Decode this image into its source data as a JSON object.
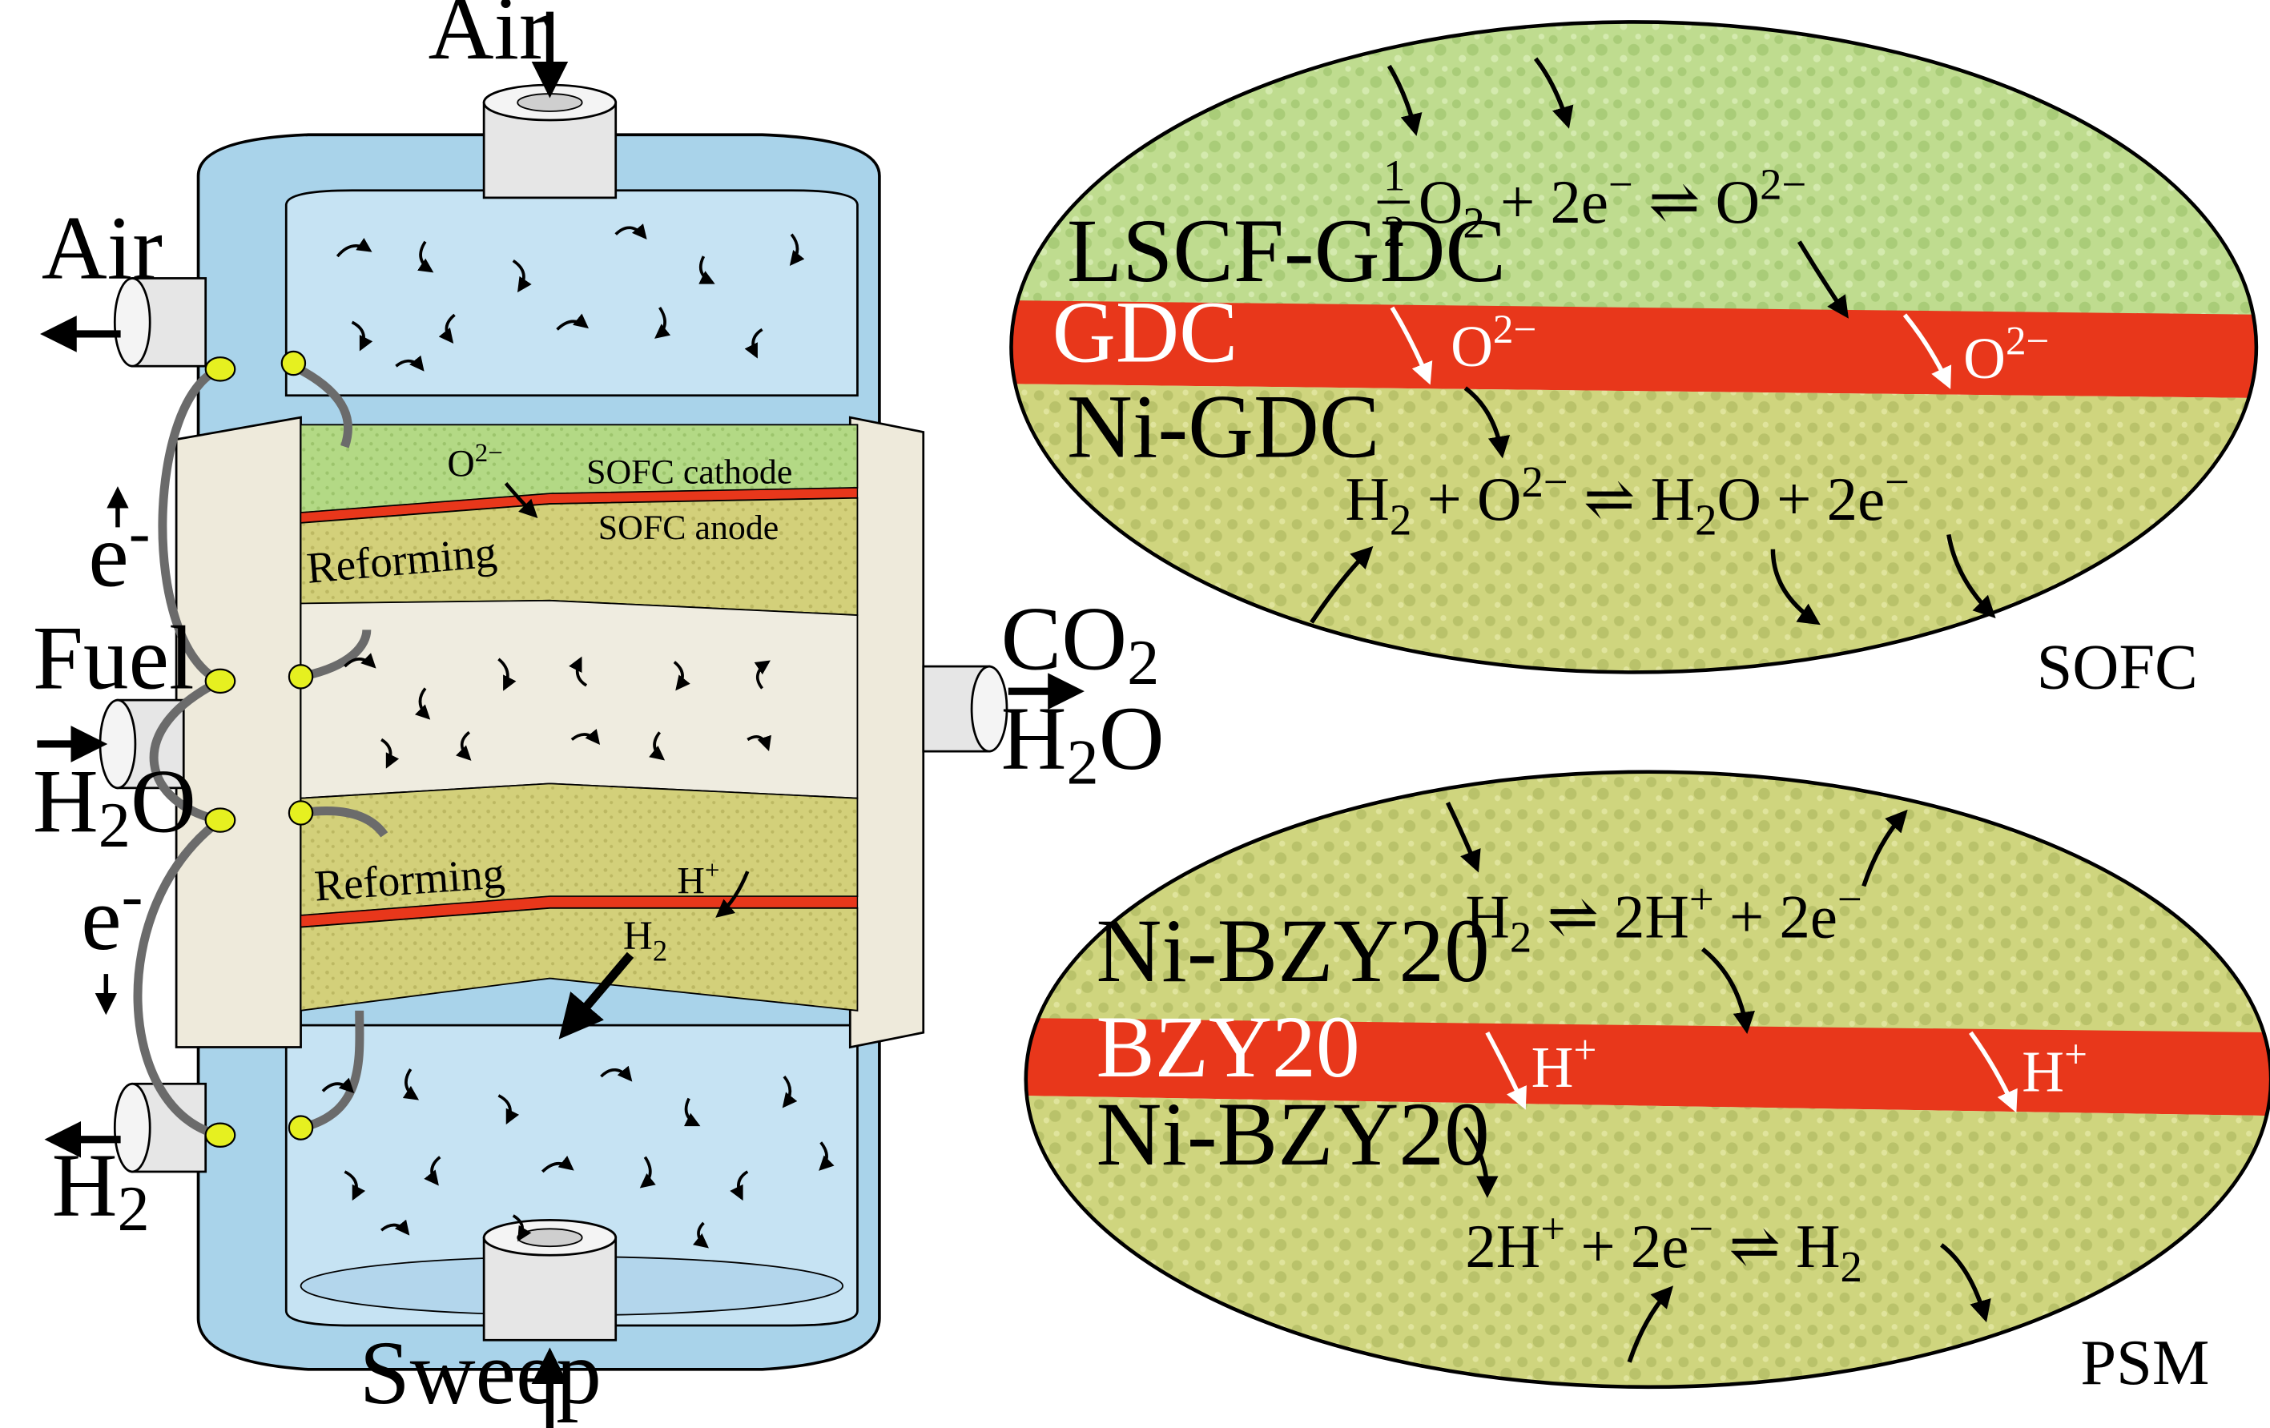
{
  "colors": {
    "shell_blue": "#a9d3ea",
    "shell_blue_dark": "#7fb4d6",
    "cathode_green": "#b3d985",
    "anode_tan": "#d3d07a",
    "electrolyte_red": "#e8371b",
    "tube_grey": "#e6e6e6",
    "terminal_yellow": "#e6f020",
    "ellipse_green": "#bfdc8f",
    "ellipse_tan": "#cfd57e"
  },
  "reactor": {
    "air_in": "Air",
    "air_out": "Air",
    "fuel": "Fuel",
    "fuel_h2o": "H",
    "fuel_h2o_sub": "2",
    "fuel_h2o_tail": "O",
    "co2": "CO",
    "co2_sub": "2",
    "out_h2o": "H",
    "out_h2o_sub": "2",
    "out_h2o_tail": "O",
    "h2_out": "H",
    "h2_out_sub": "2",
    "sweep": "Sweep",
    "electron_top": "e",
    "electron_bottom": "e",
    "electron_sup": "-",
    "o2_ion": "O",
    "o2_ion_sup": "2−",
    "sofc_cathode": "SOFC cathode",
    "sofc_anode": "SOFC anode",
    "reforming_top": "Reforming",
    "reforming_bottom": "Reforming",
    "h_plus": "H",
    "h_plus_sup": "+",
    "h2_label": "H",
    "h2_label_sub": "2"
  },
  "sofc_panel": {
    "title": "SOFC",
    "cathode_material": "LSCF-GDC",
    "electrolyte_material": "GDC",
    "anode_material": "Ni-GDC",
    "ion_left": "O",
    "ion_right": "O",
    "ion_sup": "2−",
    "eq1_frac_num": "1",
    "eq1_frac_den": "2",
    "eq1_part1": "O",
    "eq1_sub1": "2",
    "eq1_part2": " + 2e",
    "eq1_sup2": "−",
    "eq1_arrow": " ⇌ ",
    "eq1_part3": "O",
    "eq1_sup3": "2−",
    "eq2_part1": "H",
    "eq2_sub1": "2",
    "eq2_part2": " + O",
    "eq2_sup2": "2−",
    "eq2_arrow": " ⇌ ",
    "eq2_part3": "H",
    "eq2_sub3": "2",
    "eq2_part4": "O + 2e",
    "eq2_sup4": "−"
  },
  "psm_panel": {
    "title": "PSM",
    "top_material": "Ni-BZY20",
    "electrolyte_material": "BZY20",
    "bottom_material": "Ni-BZY20",
    "ion_left": "H",
    "ion_right": "H",
    "ion_sup": "+",
    "eq1_part1": "H",
    "eq1_sub1": "2",
    "eq1_arrow": " ⇌ ",
    "eq1_part2": "2H",
    "eq1_sup2": "+",
    "eq1_part3": " + 2e",
    "eq1_sup3": "−",
    "eq2_part1": "2H",
    "eq2_sup1": "+",
    "eq2_part2": " + 2e",
    "eq2_sup2": "−",
    "eq2_arrow": " ⇌ ",
    "eq2_part3": "H",
    "eq2_sub3": "2"
  }
}
